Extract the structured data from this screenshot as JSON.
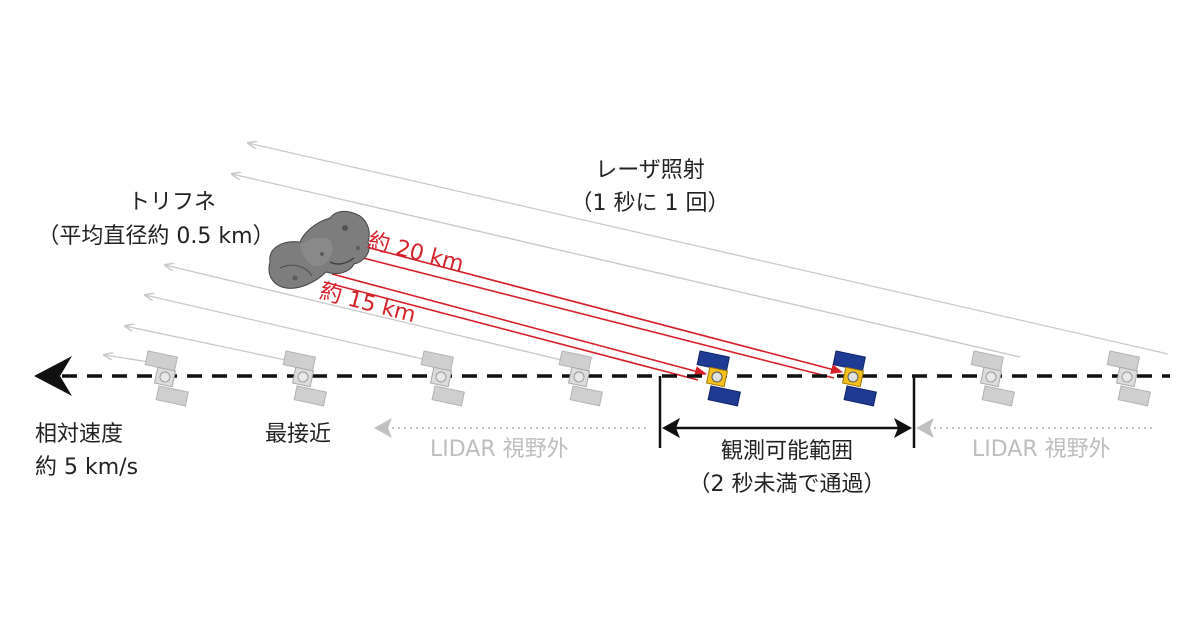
{
  "labels": {
    "asteroid_name": "トリフネ",
    "asteroid_size": "（平均直径約 0.5 km）",
    "laser_line1": "レーザ照射",
    "laser_line2": "（1 秒に 1 回）",
    "dist_far": "約 20 km",
    "dist_near": "約 15 km",
    "velocity_line1": "相対速度",
    "velocity_line2": "約 5 km/s",
    "closest": "最接近",
    "out_of_view_left": "LIDAR 視野外",
    "out_of_view_right": "LIDAR 視野外",
    "observable_line1": "観測可能範囲",
    "observable_line2": "（2 秒未満で通過）"
  },
  "colors": {
    "laser": "#d6202a",
    "beam_gray": "#c8c8c8",
    "trajectory": "#111111",
    "muted_text": "#bdbdbd",
    "panel_blue": "#1f3a93",
    "body_gold": "#f3c01c",
    "spacecraft_gray": "#c4c4c4",
    "asteroid": "#7a7a7a"
  },
  "icons": {
    "asteroid": "asteroid-icon",
    "spacecraft": "spacecraft-icon",
    "direction": "arrowhead-left-icon"
  }
}
